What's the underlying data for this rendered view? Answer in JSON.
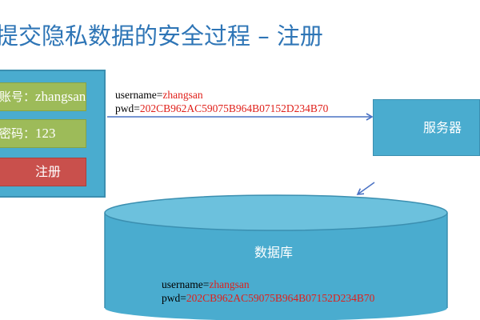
{
  "title": "提交隐私数据的安全过程 – 注册",
  "client": {
    "username_label": "账号：",
    "username_value": "zhangsan",
    "password_label": "密码：",
    "password_value": "123",
    "register_button": "注册"
  },
  "request": {
    "username_key": "username=",
    "username_value": "zhangsan",
    "pwd_key": "pwd=",
    "pwd_value": "202CB962AC59075B964B07152D234B70"
  },
  "server": {
    "label": "服务器"
  },
  "database": {
    "label": "数据库",
    "username_key": "username=",
    "username_value": "zhangsan",
    "pwd_key": "pwd=",
    "pwd_value": "202CB962AC59075B964B07152D234B70"
  },
  "colors": {
    "title": "#2e75b6",
    "box": "#4aaccf",
    "field": "#9dbb59",
    "button": "#c9504c",
    "highlight": "#e0201a",
    "arrow": "#4a72c4"
  }
}
